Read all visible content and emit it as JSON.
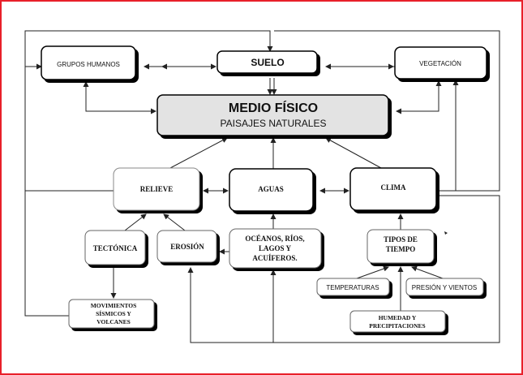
{
  "colors": {
    "border": "#e8202a",
    "central_fill": "#e3e3e3",
    "line": "#222222"
  },
  "nodes": {
    "grupos_humanos": "GRUPOS HUMANOS",
    "suelo": "SUELO",
    "vegetacion": "VEGETACIÓN",
    "medio_fisico": {
      "title": "MEDIO FÍSICO",
      "subtitle": "PAISAJES NATURALES"
    },
    "relieve": "RELIEVE",
    "aguas": "AGUAS",
    "clima": "CLIMA",
    "tectonica": "TECTÓNICA",
    "erosion": "EROSIÓN",
    "oceanos": [
      "OCÉANOS, RÍOS,",
      "LAGOS Y",
      "ACUÍFEROS."
    ],
    "tipos_tiempo": [
      "TIPOS DE",
      "TIEMPO"
    ],
    "temperaturas": "TEMPERATURAS",
    "presion": "PRESIÓN Y VIENTOS",
    "humedad": [
      "HUMEDAD Y",
      "PRECIPITACIONES"
    ],
    "movimientos": [
      "MOVIMIENTOS",
      "SÍSMICOS Y",
      "VOLCANES"
    ]
  }
}
